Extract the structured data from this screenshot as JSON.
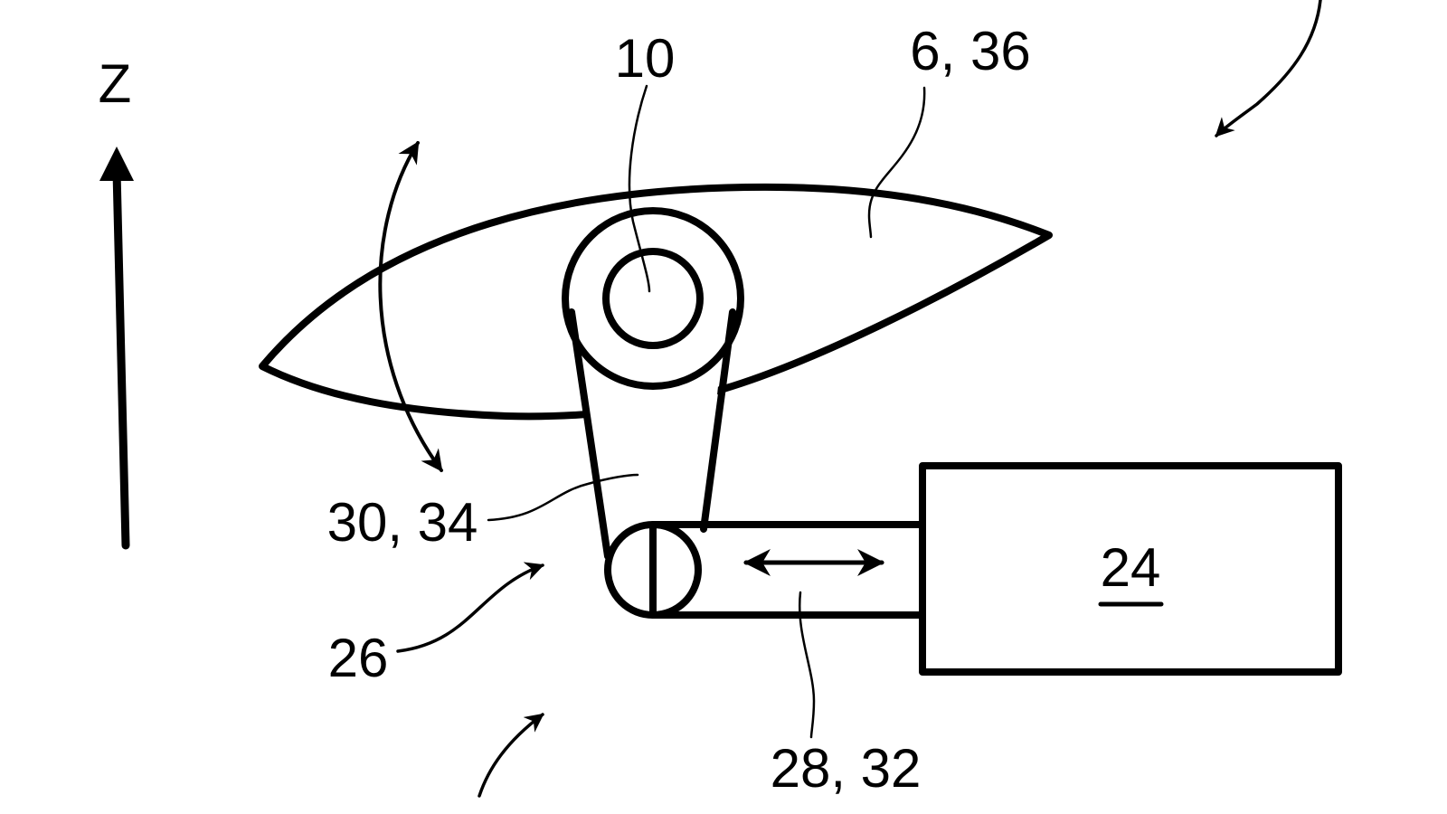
{
  "figure": {
    "axis_label": "Z",
    "labels": {
      "shaft": "10",
      "blade": "6, 36",
      "lever": "30, 34",
      "joint": "26",
      "rod": "28, 32",
      "actuator": "24"
    },
    "colors": {
      "line": "#000000",
      "background": "#ffffff"
    }
  }
}
